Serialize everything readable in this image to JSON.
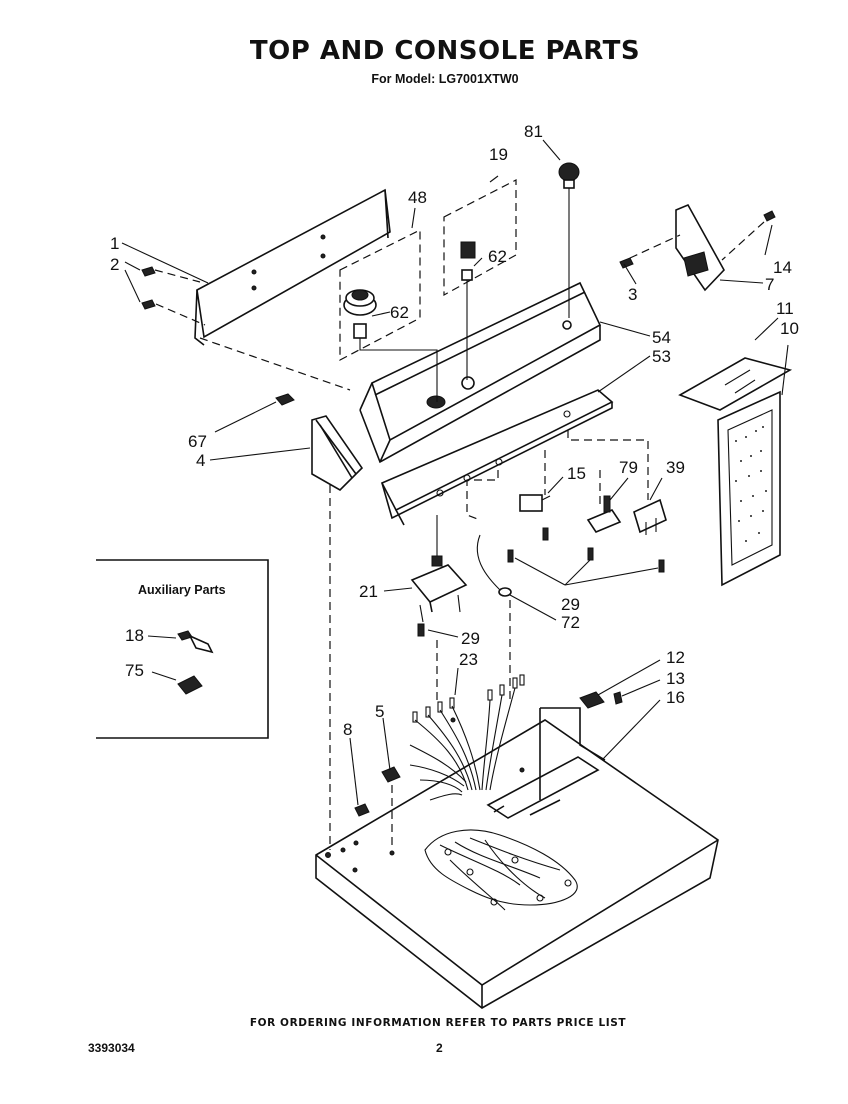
{
  "header": {
    "title": "TOP AND CONSOLE PARTS",
    "model_line": "For Model: LG7001XTW0"
  },
  "callouts": {
    "c1": "1",
    "c2": "2",
    "c3": "3",
    "c4": "4",
    "c5": "5",
    "c7": "7",
    "c8": "8",
    "c10": "10",
    "c11": "11",
    "c12": "12",
    "c13": "13",
    "c14": "14",
    "c15": "15",
    "c16": "16",
    "c18": "18",
    "c19": "19",
    "c21": "21",
    "c23": "23",
    "c29a": "29",
    "c29b": "29",
    "c39": "39",
    "c48": "48",
    "c53": "53",
    "c54": "54",
    "c62a": "62",
    "c62b": "62",
    "c67": "67",
    "c72": "72",
    "c75": "75",
    "c79": "79",
    "c81": "81"
  },
  "auxiliary": {
    "title": "Auxiliary Parts"
  },
  "footer": {
    "note": "FOR ORDERING INFORMATION REFER TO PARTS PRICE LIST",
    "doc_number": "3393034",
    "page_number": "2"
  }
}
